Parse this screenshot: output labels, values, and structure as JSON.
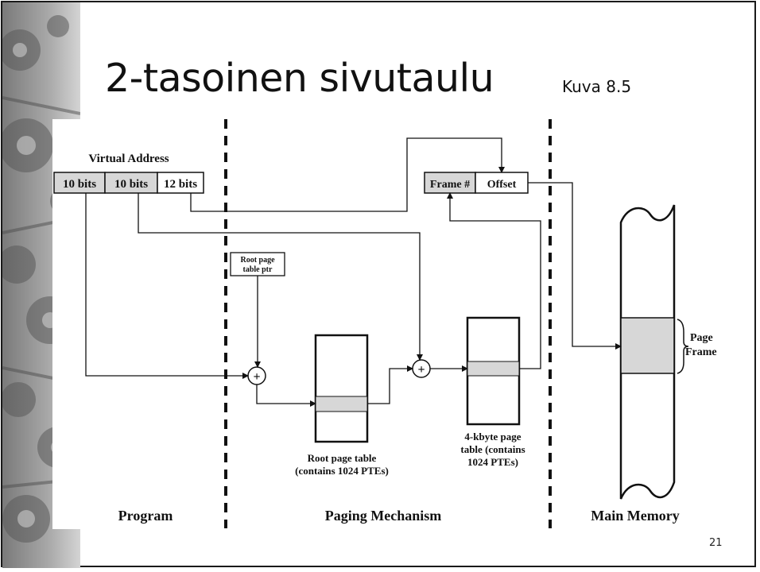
{
  "slide": {
    "title": "2-tasoinen sivutaulu",
    "figure_ref": "Kuva 8.5",
    "page_number": "21"
  },
  "diagram": {
    "virtual_address": {
      "heading": "Virtual Address",
      "fields": [
        "10 bits",
        "10 bits",
        "12 bits"
      ]
    },
    "physical_address": {
      "frame_label": "Frame #",
      "offset_label": "Offset"
    },
    "root_ptr_label": [
      "Root page",
      "table ptr"
    ],
    "adder_symbol": "+",
    "root_table_caption": [
      "Root page table",
      "(contains 1024 PTEs)"
    ],
    "page_table_caption": [
      "4-kbyte page",
      "table (contains",
      "1024 PTEs)"
    ],
    "page_frame_label": [
      "Page",
      "Frame"
    ],
    "regions": [
      "Program",
      "Paging Mechanism",
      "Main Memory"
    ]
  },
  "colors": {
    "cell_shade": "#d7d7d7",
    "line": "#111111"
  },
  "icons": {
    "adder": "circled-plus-icon",
    "brace": "right-curly-brace-icon"
  }
}
